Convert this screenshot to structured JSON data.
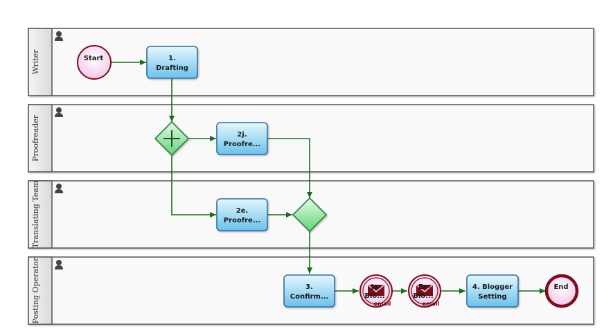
{
  "lanes": [
    {
      "label": "Writer"
    },
    {
      "label": "Proofreader"
    },
    {
      "label": "Translating Team"
    },
    {
      "label": "Posting Operator"
    }
  ],
  "events": {
    "start": {
      "label": "Start"
    },
    "end": {
      "label": "End"
    },
    "email_ja": {
      "line1": "Ja-",
      "line2": "Blo...",
      "tag": "email"
    },
    "email_en": {
      "line1": "En-",
      "line2": "Blo...",
      "tag": "email"
    }
  },
  "tasks": {
    "drafting": {
      "line1": "1.",
      "line2": "Drafting"
    },
    "proofread_j": {
      "line1": "2j.",
      "line2": "Proofre..."
    },
    "proofread_e": {
      "line1": "2e.",
      "line2": "Proofre..."
    },
    "confirm": {
      "line1": "3.",
      "line2": "Confirm..."
    },
    "blogger_setting": {
      "line1": "4. Blogger",
      "line2": "Setting"
    }
  },
  "colors": {
    "flow": "#1a6b1a",
    "task_fill": "#a9dcf5",
    "task_border": "#2f6f9f",
    "event_fill": "#f7d6ef",
    "event_border": "#7a0d1e",
    "gateway_fill": "#9fe8a8",
    "gateway_border": "#2f7f3a"
  }
}
